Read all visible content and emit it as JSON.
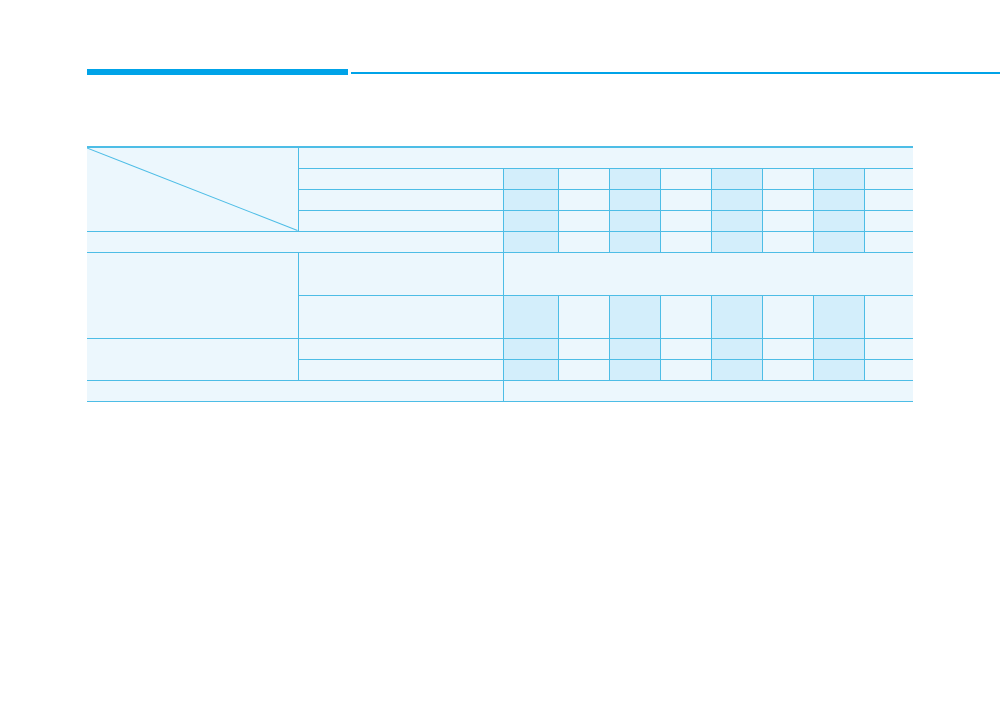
{
  "colors": {
    "accent": "#00a3e8",
    "line": "#4dbde6",
    "light": "#ecf7fd",
    "shade": "#d3eefb"
  },
  "table": {
    "column_pairs": 4,
    "row_groups": [
      {
        "name": "header",
        "rows": 4
      },
      {
        "name": "group-1",
        "rows": 2
      },
      {
        "name": "group-2",
        "rows": 2
      },
      {
        "name": "footer",
        "rows": 1
      }
    ]
  }
}
